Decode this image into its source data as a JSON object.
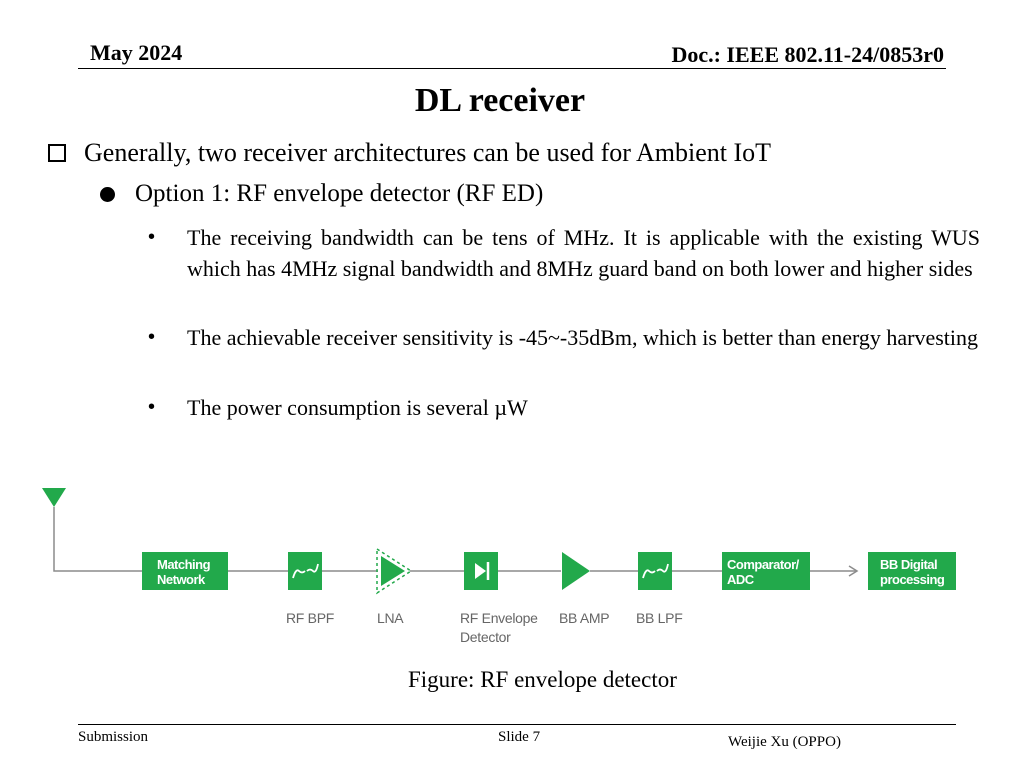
{
  "header": {
    "date": "May 2024",
    "doc": "Doc.: IEEE 802.11-24/0853r0"
  },
  "title": "DL receiver",
  "body": {
    "level1": "Generally, two receiver architectures can be used for Ambient IoT",
    "option1": "Option 1: RF envelope detector (RF ED)",
    "sub_bullets": [
      "The receiving bandwidth can be tens of MHz. It is applicable with the existing WUS which has 4MHz signal bandwidth and 8MHz guard band on both lower and higher sides",
      "The achievable receiver sensitivity is -45~-35dBm, which is better than energy harvesting",
      "The power consumption is several µW"
    ]
  },
  "diagram": {
    "block_color": "#22a94b",
    "blocks": {
      "matching": [
        "Matching",
        "Network"
      ],
      "comparator": [
        "Comparator/",
        "ADC"
      ],
      "bb_digital": [
        "BB Digital",
        "processing"
      ]
    },
    "labels": {
      "rf_bpf": "RF BPF",
      "lna": "LNA",
      "rf_env": [
        "RF Envelope",
        "Detector"
      ],
      "bb_amp": "BB AMP",
      "bb_lpf": "BB LPF"
    }
  },
  "caption": "Figure: RF envelope detector",
  "footer": {
    "left": "Submission",
    "center": "Slide 7",
    "right": "Weijie Xu (OPPO)"
  }
}
